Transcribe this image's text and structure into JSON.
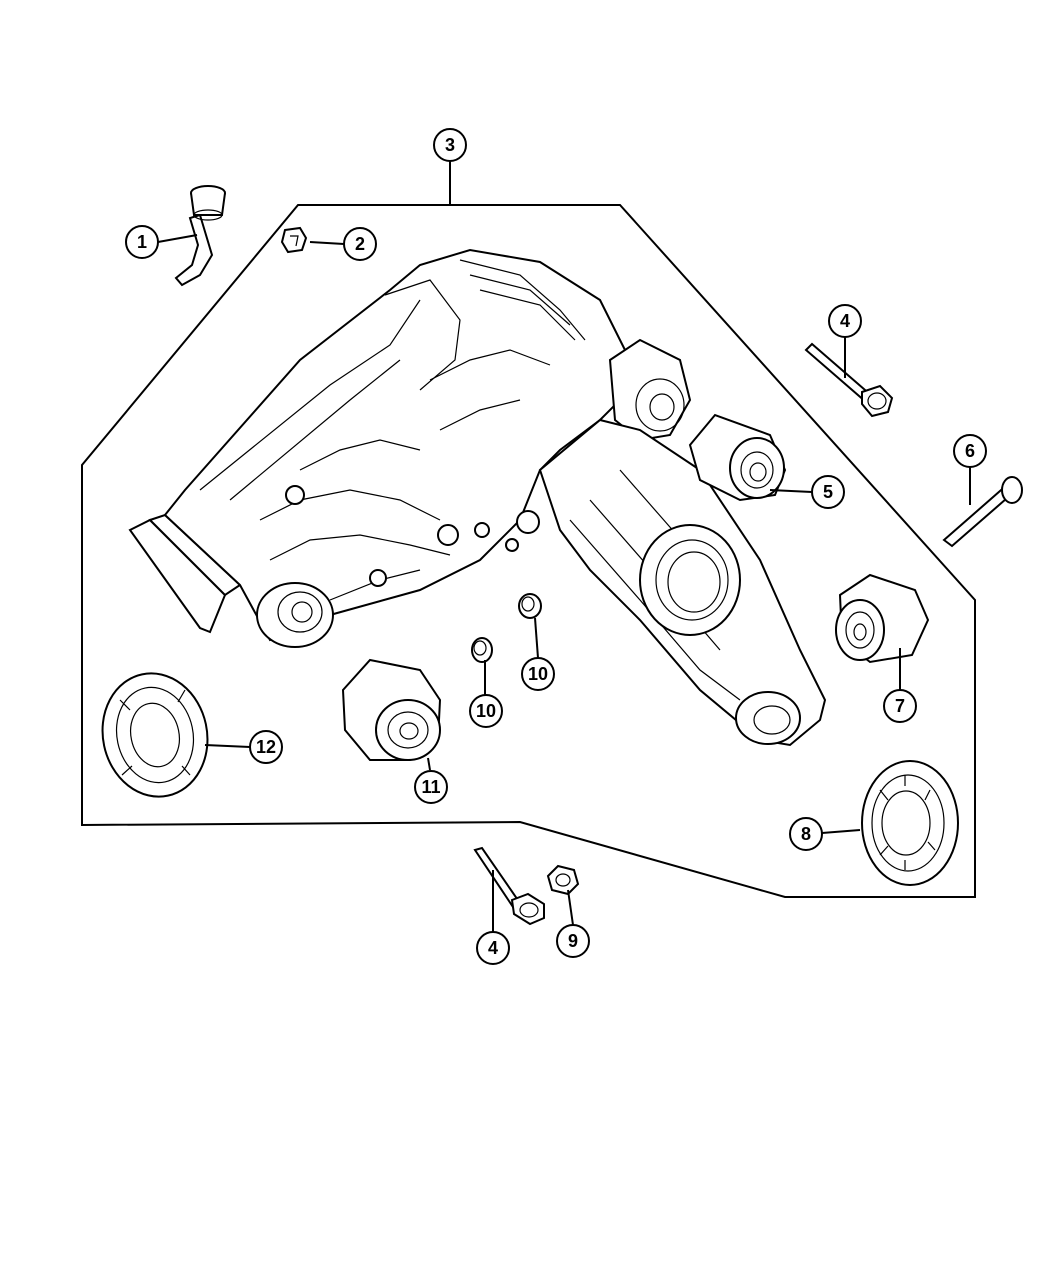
{
  "diagram": {
    "callouts": [
      {
        "id": "c1",
        "label": "1"
      },
      {
        "id": "c2",
        "label": "2"
      },
      {
        "id": "c3",
        "label": "3"
      },
      {
        "id": "c4a",
        "label": "4"
      },
      {
        "id": "c5",
        "label": "5"
      },
      {
        "id": "c6",
        "label": "6"
      },
      {
        "id": "c7",
        "label": "7"
      },
      {
        "id": "c8",
        "label": "8"
      },
      {
        "id": "c9",
        "label": "9"
      },
      {
        "id": "c10a",
        "label": "10"
      },
      {
        "id": "c10b",
        "label": "10"
      },
      {
        "id": "c11",
        "label": "11"
      },
      {
        "id": "c12",
        "label": "12"
      },
      {
        "id": "c4b",
        "label": "4"
      }
    ]
  }
}
